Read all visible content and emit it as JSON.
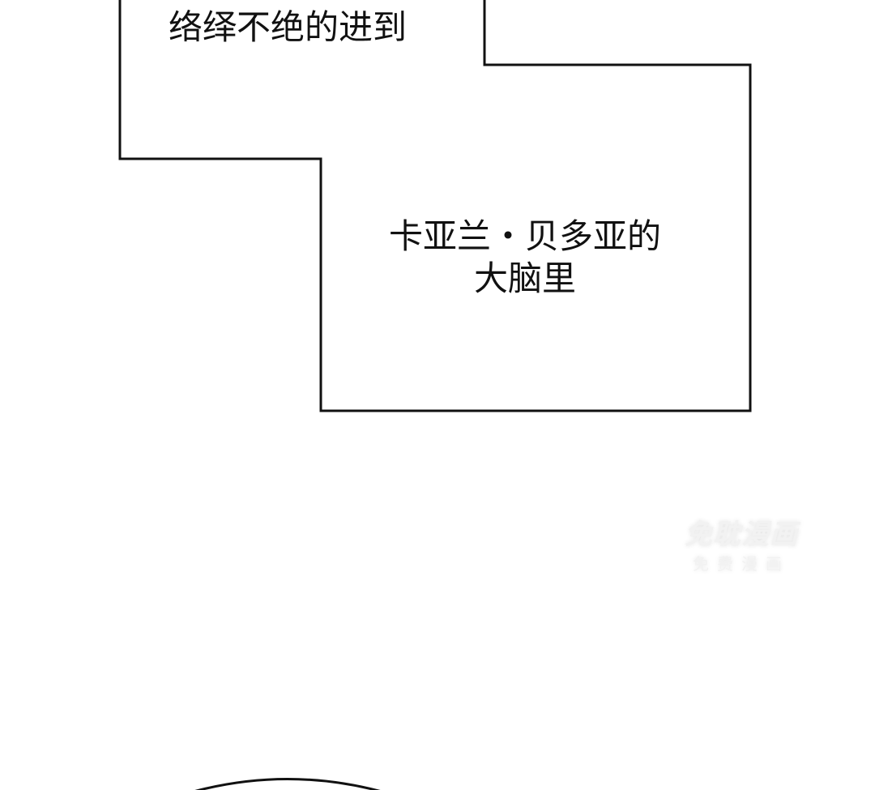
{
  "panel": {
    "caption_top": "络绎不绝的进到",
    "caption_main_line1": "卡亚兰・贝多亚的",
    "caption_main_line2": "大脑里"
  },
  "watermark": {
    "line1": "免耽漫画",
    "line2": "免费漫画"
  }
}
